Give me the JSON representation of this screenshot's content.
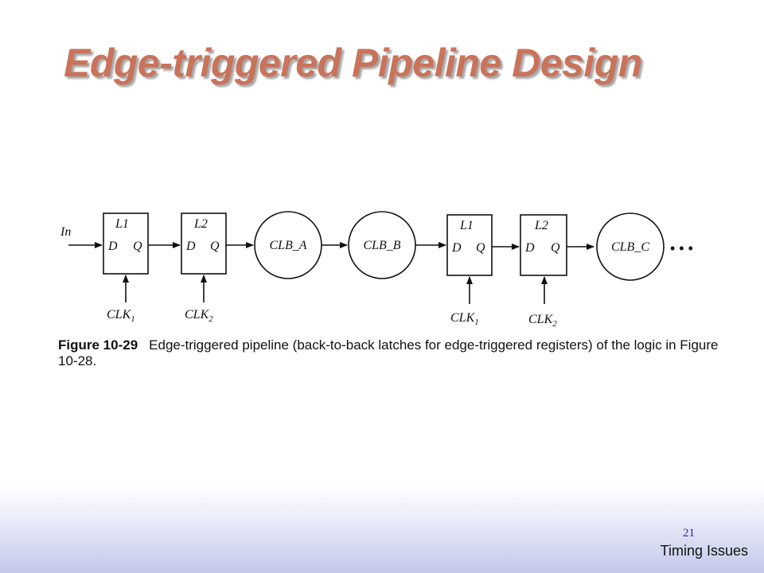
{
  "slide": {
    "title": "Edge-triggered Pipeline Design",
    "page_number": "21",
    "section": "Timing Issues"
  },
  "diagram": {
    "input_label": "In",
    "latches": [
      {
        "name": "L1",
        "d": "D",
        "q": "Q",
        "clock": "CLK",
        "clock_sub": "1"
      },
      {
        "name": "L2",
        "d": "D",
        "q": "Q",
        "clock": "CLK",
        "clock_sub": "2"
      },
      {
        "name": "L1",
        "d": "D",
        "q": "Q",
        "clock": "CLK",
        "clock_sub": "1"
      },
      {
        "name": "L2",
        "d": "D",
        "q": "Q",
        "clock": "CLK",
        "clock_sub": "2"
      }
    ],
    "logic_blocks": [
      "CLB_A",
      "CLB_B",
      "CLB_C"
    ],
    "ellipsis": "• • •"
  },
  "caption": {
    "label": "Figure 10-29",
    "text": "Edge-triggered pipeline (back-to-back latches for edge-triggered registers) of the logic in Figure 10-28."
  }
}
